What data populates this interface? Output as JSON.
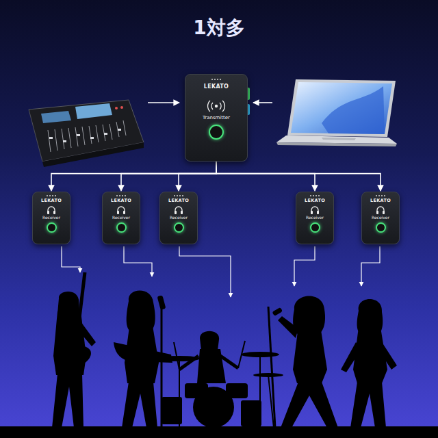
{
  "diagram": {
    "title": "1対多",
    "nodes": [
      {
        "text": [
          "LEKATO",
          "Transmitter"
        ]
      },
      {
        "text": [
          "LEKATO",
          "Receiver"
        ]
      },
      {
        "text": [
          "LEKATO",
          "Receiver"
        ]
      },
      {
        "text": [
          "LEKATO",
          "Receiver"
        ]
      },
      {
        "text": [
          "LEKATO",
          "Receiver"
        ]
      },
      {
        "text": [
          "LEKATO",
          "Receiver"
        ]
      }
    ],
    "edges": [
      {
        "from": 0,
        "to": 1,
        "arrow": "to"
      },
      {
        "from": 0,
        "to": 2,
        "arrow": "to"
      },
      {
        "from": 0,
        "to": 3,
        "arrow": "to"
      },
      {
        "from": 0,
        "to": 4,
        "arrow": "to"
      },
      {
        "from": 0,
        "to": 5,
        "arrow": "to"
      }
    ]
  }
}
